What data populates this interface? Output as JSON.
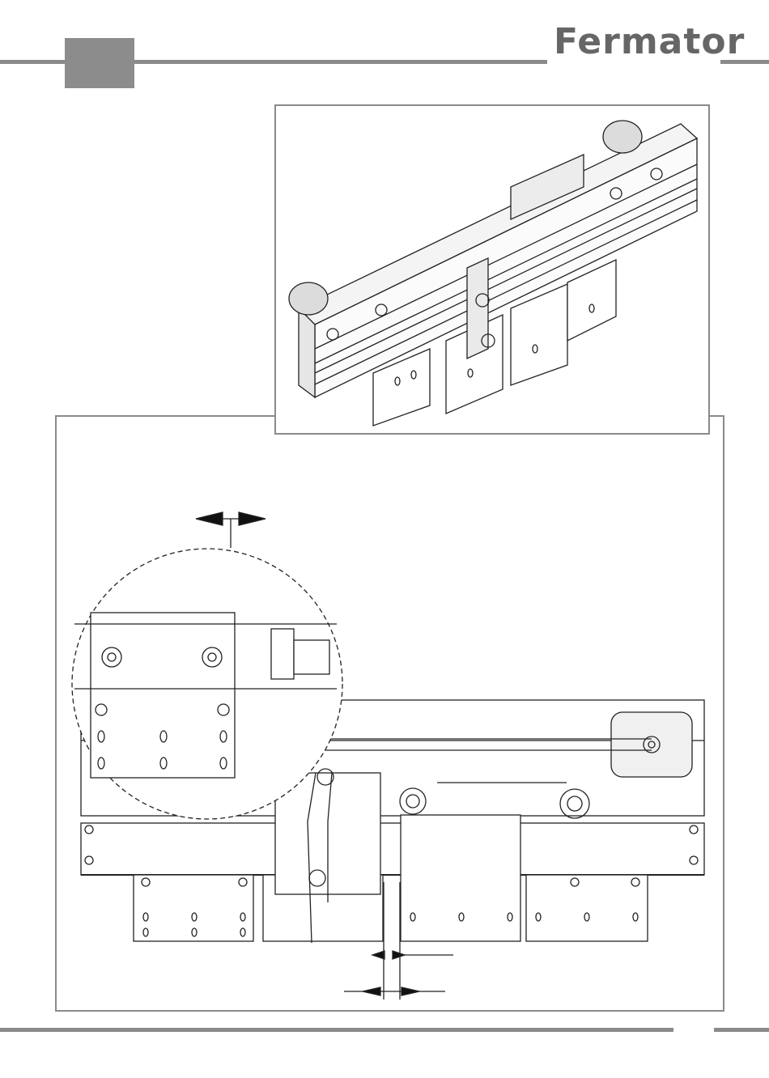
{
  "header": {
    "brand": "Fermator",
    "chapter_tab_label": ""
  },
  "figures": {
    "overview_image": "door-operator-isometric-drawing",
    "detail_image": "door-operator-front-elevation-drawing"
  },
  "footer": {
    "page_number": ""
  },
  "colors": {
    "rule": "#8a8a8a",
    "tab": "#8c8c8c",
    "logo": "#666666"
  }
}
